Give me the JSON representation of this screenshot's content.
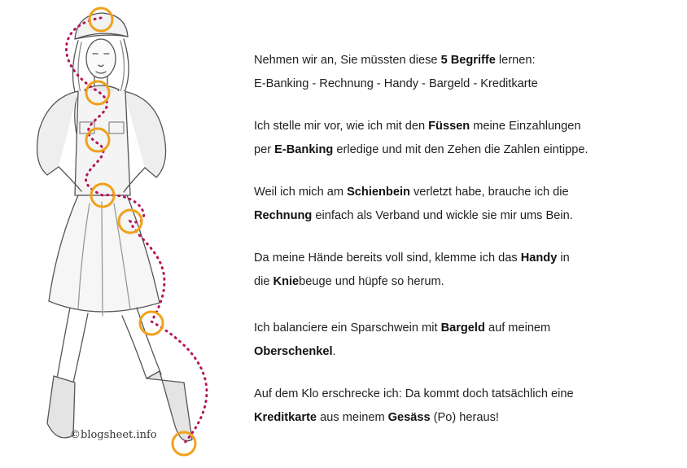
{
  "credit": "©blogsheet.info",
  "colors": {
    "path": "#b5135b",
    "ring": "#f0a11b",
    "sketch": "#555555"
  },
  "paragraphs": [
    {
      "lines": [
        [
          {
            "t": "Nehmen wir an, Sie müssten diese "
          },
          {
            "t": "5 Begriffe",
            "b": true
          },
          {
            "t": " lernen:"
          }
        ],
        [
          {
            "t": "E-Banking - Rechnung - Handy - Bargeld - Kreditkarte"
          }
        ]
      ]
    },
    {
      "lines": [
        [
          {
            "t": "Ich stelle mir vor, wie ich mit den "
          },
          {
            "t": "Füssen",
            "b": true
          },
          {
            "t": " meine Einzahlungen"
          }
        ],
        [
          {
            "t": "per "
          },
          {
            "t": "E-Banking",
            "b": true
          },
          {
            "t": " erledige und mit den Zehen die Zahlen eintippe."
          }
        ]
      ]
    },
    {
      "lines": [
        [
          {
            "t": "Weil ich mich am "
          },
          {
            "t": "Schienbein",
            "b": true
          },
          {
            "t": " verletzt habe, brauche ich die"
          }
        ],
        [
          {
            "t": "Rechnung",
            "b": true
          },
          {
            "t": " einfach als Verband und wickle sie mir ums Bein."
          }
        ]
      ]
    },
    {
      "lines": [
        [
          {
            "t": "Da meine Hände bereits voll sind, klemme ich das "
          },
          {
            "t": "Handy",
            "b": true
          },
          {
            "t": " in"
          }
        ],
        [
          {
            "t": "die "
          },
          {
            "t": "Knie",
            "b": true
          },
          {
            "t": "beuge und hüpfe so herum."
          }
        ]
      ]
    },
    {
      "lines": [
        [
          {
            "t": "Ich balanciere ein Sparschwein mit "
          },
          {
            "t": "Bargeld",
            "b": true
          },
          {
            "t": " auf meinem"
          }
        ],
        [
          {
            "t": "Oberschenkel",
            "b": true
          },
          {
            "t": "."
          }
        ]
      ]
    },
    {
      "lines": [
        [
          {
            "t": "Auf dem Klo erschrecke ich: Da kommt doch tatsächlich eine"
          }
        ],
        [
          {
            "t": "Kreditkarte",
            "b": true
          },
          {
            "t": " aus meinem "
          },
          {
            "t": "Gesäss",
            "b": true
          },
          {
            "t": " (Po) heraus!"
          }
        ]
      ]
    }
  ]
}
